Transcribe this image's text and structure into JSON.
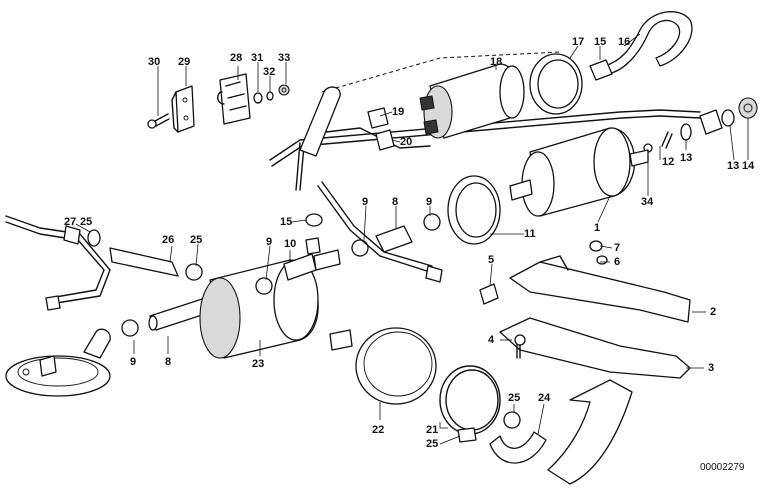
{
  "labels": {
    "p1": "1",
    "p2": "2",
    "p3": "3",
    "p4": "4",
    "p5": "5",
    "p6": "6",
    "p7": "7",
    "p8a": "8",
    "p8b": "8",
    "p9a": "9",
    "p9b": "9",
    "p9c": "9",
    "p9d": "9",
    "p10": "10",
    "p11": "11",
    "p12": "12",
    "p13a": "13",
    "p13b": "13",
    "p14": "14",
    "p15a": "15",
    "p15b": "15",
    "p16": "16",
    "p17": "17",
    "p18": "18",
    "p19": "19",
    "p20": "20",
    "p21": "21",
    "p22": "22",
    "p23": "23",
    "p24": "24",
    "p25a": "25",
    "p25b": "25",
    "p25c": "25",
    "p25d": "25",
    "p26": "26",
    "p27": "27",
    "p28": "28",
    "p29": "29",
    "p30": "30",
    "p31": "31",
    "p32": "32",
    "p33": "33",
    "p34": "34"
  },
  "drawing_id": "00002279"
}
